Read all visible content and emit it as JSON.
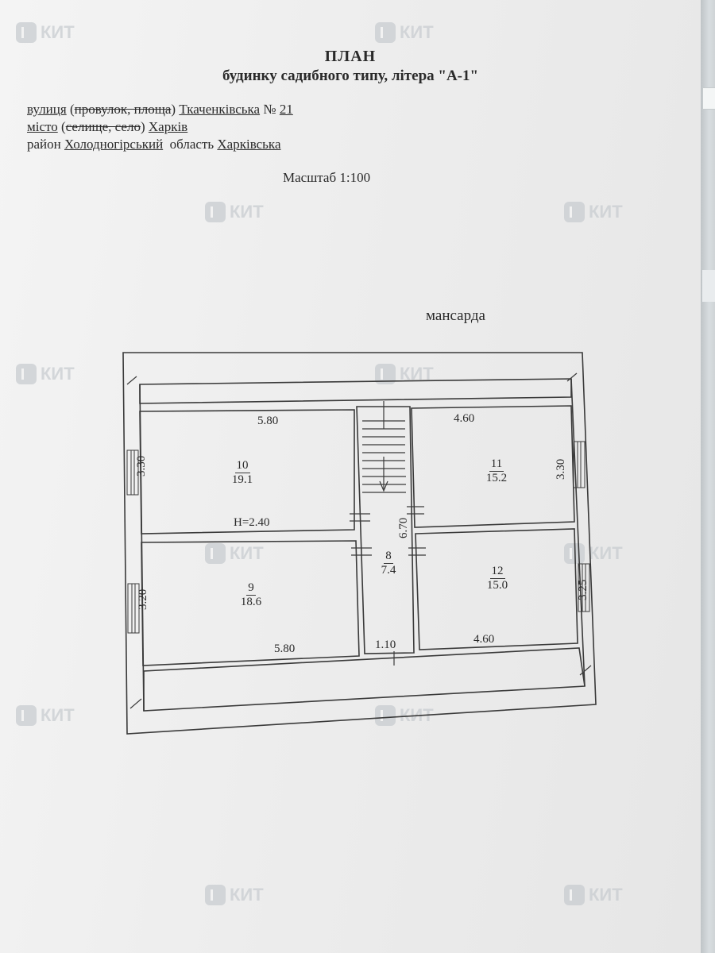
{
  "header": {
    "title": "ПЛАН",
    "subtitle": "будинку садибного типу, літера \"А-1\""
  },
  "address": {
    "street_label": "вулиця",
    "street_struck": "провулок, площа",
    "street_value": "Ткаченківська",
    "number_label": "№",
    "number_value": "21",
    "city_label": "місто",
    "city_struck": "селище, село",
    "city_value": "Харків",
    "district_label": "район",
    "district_value": "Холодногірський",
    "oblast_label": "область",
    "oblast_value": "Харківська"
  },
  "scale": "Масштаб 1:100",
  "floor_label": "мансарда",
  "rooms": [
    {
      "id": "10",
      "area": "19.1"
    },
    {
      "id": "11",
      "area": "15.2"
    },
    {
      "id": "9",
      "area": "18.6"
    },
    {
      "id": "12",
      "area": "15.0"
    },
    {
      "id": "8",
      "area": "7.4"
    }
  ],
  "dimensions": {
    "top_left_width": "5.80",
    "top_right_width": "4.60",
    "bottom_left_width": "5.80",
    "bottom_right_width": "4.60",
    "room10_depth": "3.30",
    "room9_depth": "3.20",
    "room11_depth": "3.30",
    "room12_depth": "3.25",
    "corridor_length": "6.70",
    "corridor_width": "1.10",
    "ceiling_height": "H=2.40"
  },
  "watermark": {
    "text": "КИТ",
    "color": "#c8ccd0"
  }
}
